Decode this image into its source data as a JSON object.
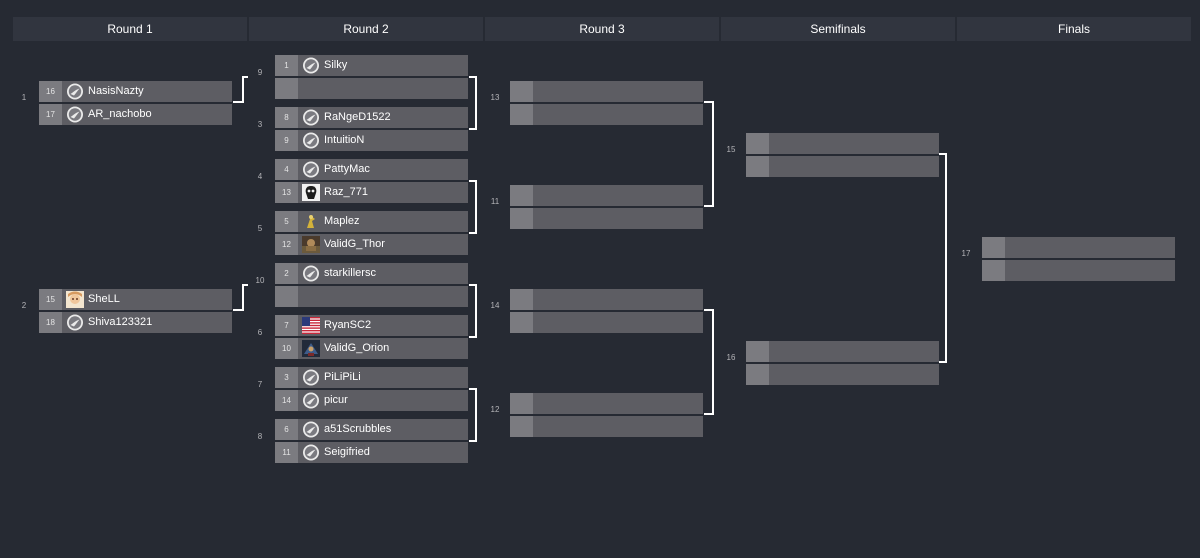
{
  "rounds": [
    "Round 1",
    "Round 2",
    "Round 3",
    "Semifinals",
    "Finals"
  ],
  "icon_colors": {
    "slot_bg": "#5d5d63",
    "seed_bg": "#7b7b80",
    "connector": "#ffffff",
    "header_bg": "#31353f",
    "page_bg": "#262a33"
  },
  "matches": [
    {
      "label": "1",
      "teams": [
        {
          "seed": "16",
          "name": "NasisNazty",
          "icon": "sc2-logo-icon"
        },
        {
          "seed": "17",
          "name": "AR_nachobo",
          "icon": "sc2-logo-icon"
        }
      ]
    },
    {
      "label": "2",
      "teams": [
        {
          "seed": "15",
          "name": "SheLL",
          "icon": "anime-avatar-icon"
        },
        {
          "seed": "18",
          "name": "Shiva123321",
          "icon": "sc2-logo-icon"
        }
      ]
    },
    {
      "label": "9",
      "teams": [
        {
          "seed": "1",
          "name": "Silky",
          "icon": "sc2-logo-icon"
        },
        {
          "seed": "",
          "name": "",
          "icon": ""
        }
      ]
    },
    {
      "label": "3",
      "teams": [
        {
          "seed": "8",
          "name": "RaNgeD1522",
          "icon": "sc2-logo-icon"
        },
        {
          "seed": "9",
          "name": "IntuitioN",
          "icon": "sc2-logo-icon"
        }
      ]
    },
    {
      "label": "4",
      "teams": [
        {
          "seed": "4",
          "name": "PattyMac",
          "icon": "sc2-logo-icon"
        },
        {
          "seed": "13",
          "name": "Raz_771",
          "icon": "skull-avatar-icon"
        }
      ]
    },
    {
      "label": "5",
      "teams": [
        {
          "seed": "5",
          "name": "Maplez",
          "icon": "gold-figure-icon"
        },
        {
          "seed": "12",
          "name": "ValidG_Thor",
          "icon": "thor-avatar-icon"
        }
      ]
    },
    {
      "label": "10",
      "teams": [
        {
          "seed": "2",
          "name": "starkillersc",
          "icon": "sc2-logo-icon"
        },
        {
          "seed": "",
          "name": "",
          "icon": ""
        }
      ]
    },
    {
      "label": "6",
      "teams": [
        {
          "seed": "7",
          "name": "RyanSC2",
          "icon": "us-flag-icon"
        },
        {
          "seed": "10",
          "name": "ValidG_Orion",
          "icon": "orion-avatar-icon"
        }
      ]
    },
    {
      "label": "7",
      "teams": [
        {
          "seed": "3",
          "name": "PiLiPiLi",
          "icon": "sc2-logo-icon"
        },
        {
          "seed": "14",
          "name": "picur",
          "icon": "sc2-logo-icon"
        }
      ]
    },
    {
      "label": "8",
      "teams": [
        {
          "seed": "6",
          "name": "a51Scrubbles",
          "icon": "sc2-logo-icon"
        },
        {
          "seed": "11",
          "name": "Seigifried",
          "icon": "sc2-logo-icon"
        }
      ]
    },
    {
      "label": "13",
      "teams": [
        {
          "seed": "",
          "name": "",
          "icon": ""
        },
        {
          "seed": "",
          "name": "",
          "icon": ""
        }
      ]
    },
    {
      "label": "11",
      "teams": [
        {
          "seed": "",
          "name": "",
          "icon": ""
        },
        {
          "seed": "",
          "name": "",
          "icon": ""
        }
      ]
    },
    {
      "label": "14",
      "teams": [
        {
          "seed": "",
          "name": "",
          "icon": ""
        },
        {
          "seed": "",
          "name": "",
          "icon": ""
        }
      ]
    },
    {
      "label": "12",
      "teams": [
        {
          "seed": "",
          "name": "",
          "icon": ""
        },
        {
          "seed": "",
          "name": "",
          "icon": ""
        }
      ]
    },
    {
      "label": "15",
      "teams": [
        {
          "seed": "",
          "name": "",
          "icon": ""
        },
        {
          "seed": "",
          "name": "",
          "icon": ""
        }
      ]
    },
    {
      "label": "16",
      "teams": [
        {
          "seed": "",
          "name": "",
          "icon": ""
        },
        {
          "seed": "",
          "name": "",
          "icon": ""
        }
      ]
    },
    {
      "label": "17",
      "teams": [
        {
          "seed": "",
          "name": "",
          "icon": ""
        },
        {
          "seed": "",
          "name": "",
          "icon": ""
        }
      ]
    }
  ]
}
